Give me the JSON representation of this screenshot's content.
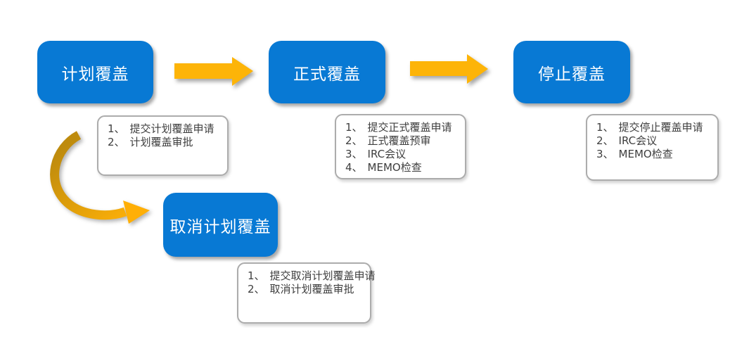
{
  "colors": {
    "node_fill": "#0879d4",
    "node_text": "#ffffff",
    "arrow_amber": "#fdb408",
    "curved_arrow_dark": "#be8b0d",
    "curved_arrow_bright": "#ffb108",
    "callout_border": "#acacac",
    "callout_text": "#3e3e3e",
    "background": "#ffffff"
  },
  "stages": [
    {
      "title": "计划覆盖",
      "steps": [
        {
          "num": "1、",
          "text": "提交计划覆盖申请"
        },
        {
          "num": "2、",
          "text": "计划覆盖审批"
        }
      ]
    },
    {
      "title": "正式覆盖",
      "steps": [
        {
          "num": "1、",
          "text": "提交正式覆盖申请"
        },
        {
          "num": "2、",
          "text": "正式覆盖预审"
        },
        {
          "num": "3、",
          "text": "IRC会议"
        },
        {
          "num": "4、",
          "text": "MEMO检查"
        }
      ]
    },
    {
      "title": "停止覆盖",
      "steps": [
        {
          "num": "1、",
          "text": "提交停止覆盖申请"
        },
        {
          "num": "2、",
          "text": "IRC会议"
        },
        {
          "num": "3、",
          "text": "MEMO检查"
        }
      ]
    },
    {
      "title": "取消计划覆盖",
      "steps": [
        {
          "num": "1、",
          "text": "提交取消计划覆盖申请"
        },
        {
          "num": "2、",
          "text": "取消计划覆盖审批"
        }
      ]
    }
  ],
  "connectors": [
    {
      "from": "计划覆盖",
      "to": "正式覆盖",
      "type": "straight-right"
    },
    {
      "from": "正式覆盖",
      "to": "停止覆盖",
      "type": "straight-right"
    },
    {
      "from": "计划覆盖",
      "to": "取消计划覆盖",
      "type": "curved-down"
    }
  ]
}
